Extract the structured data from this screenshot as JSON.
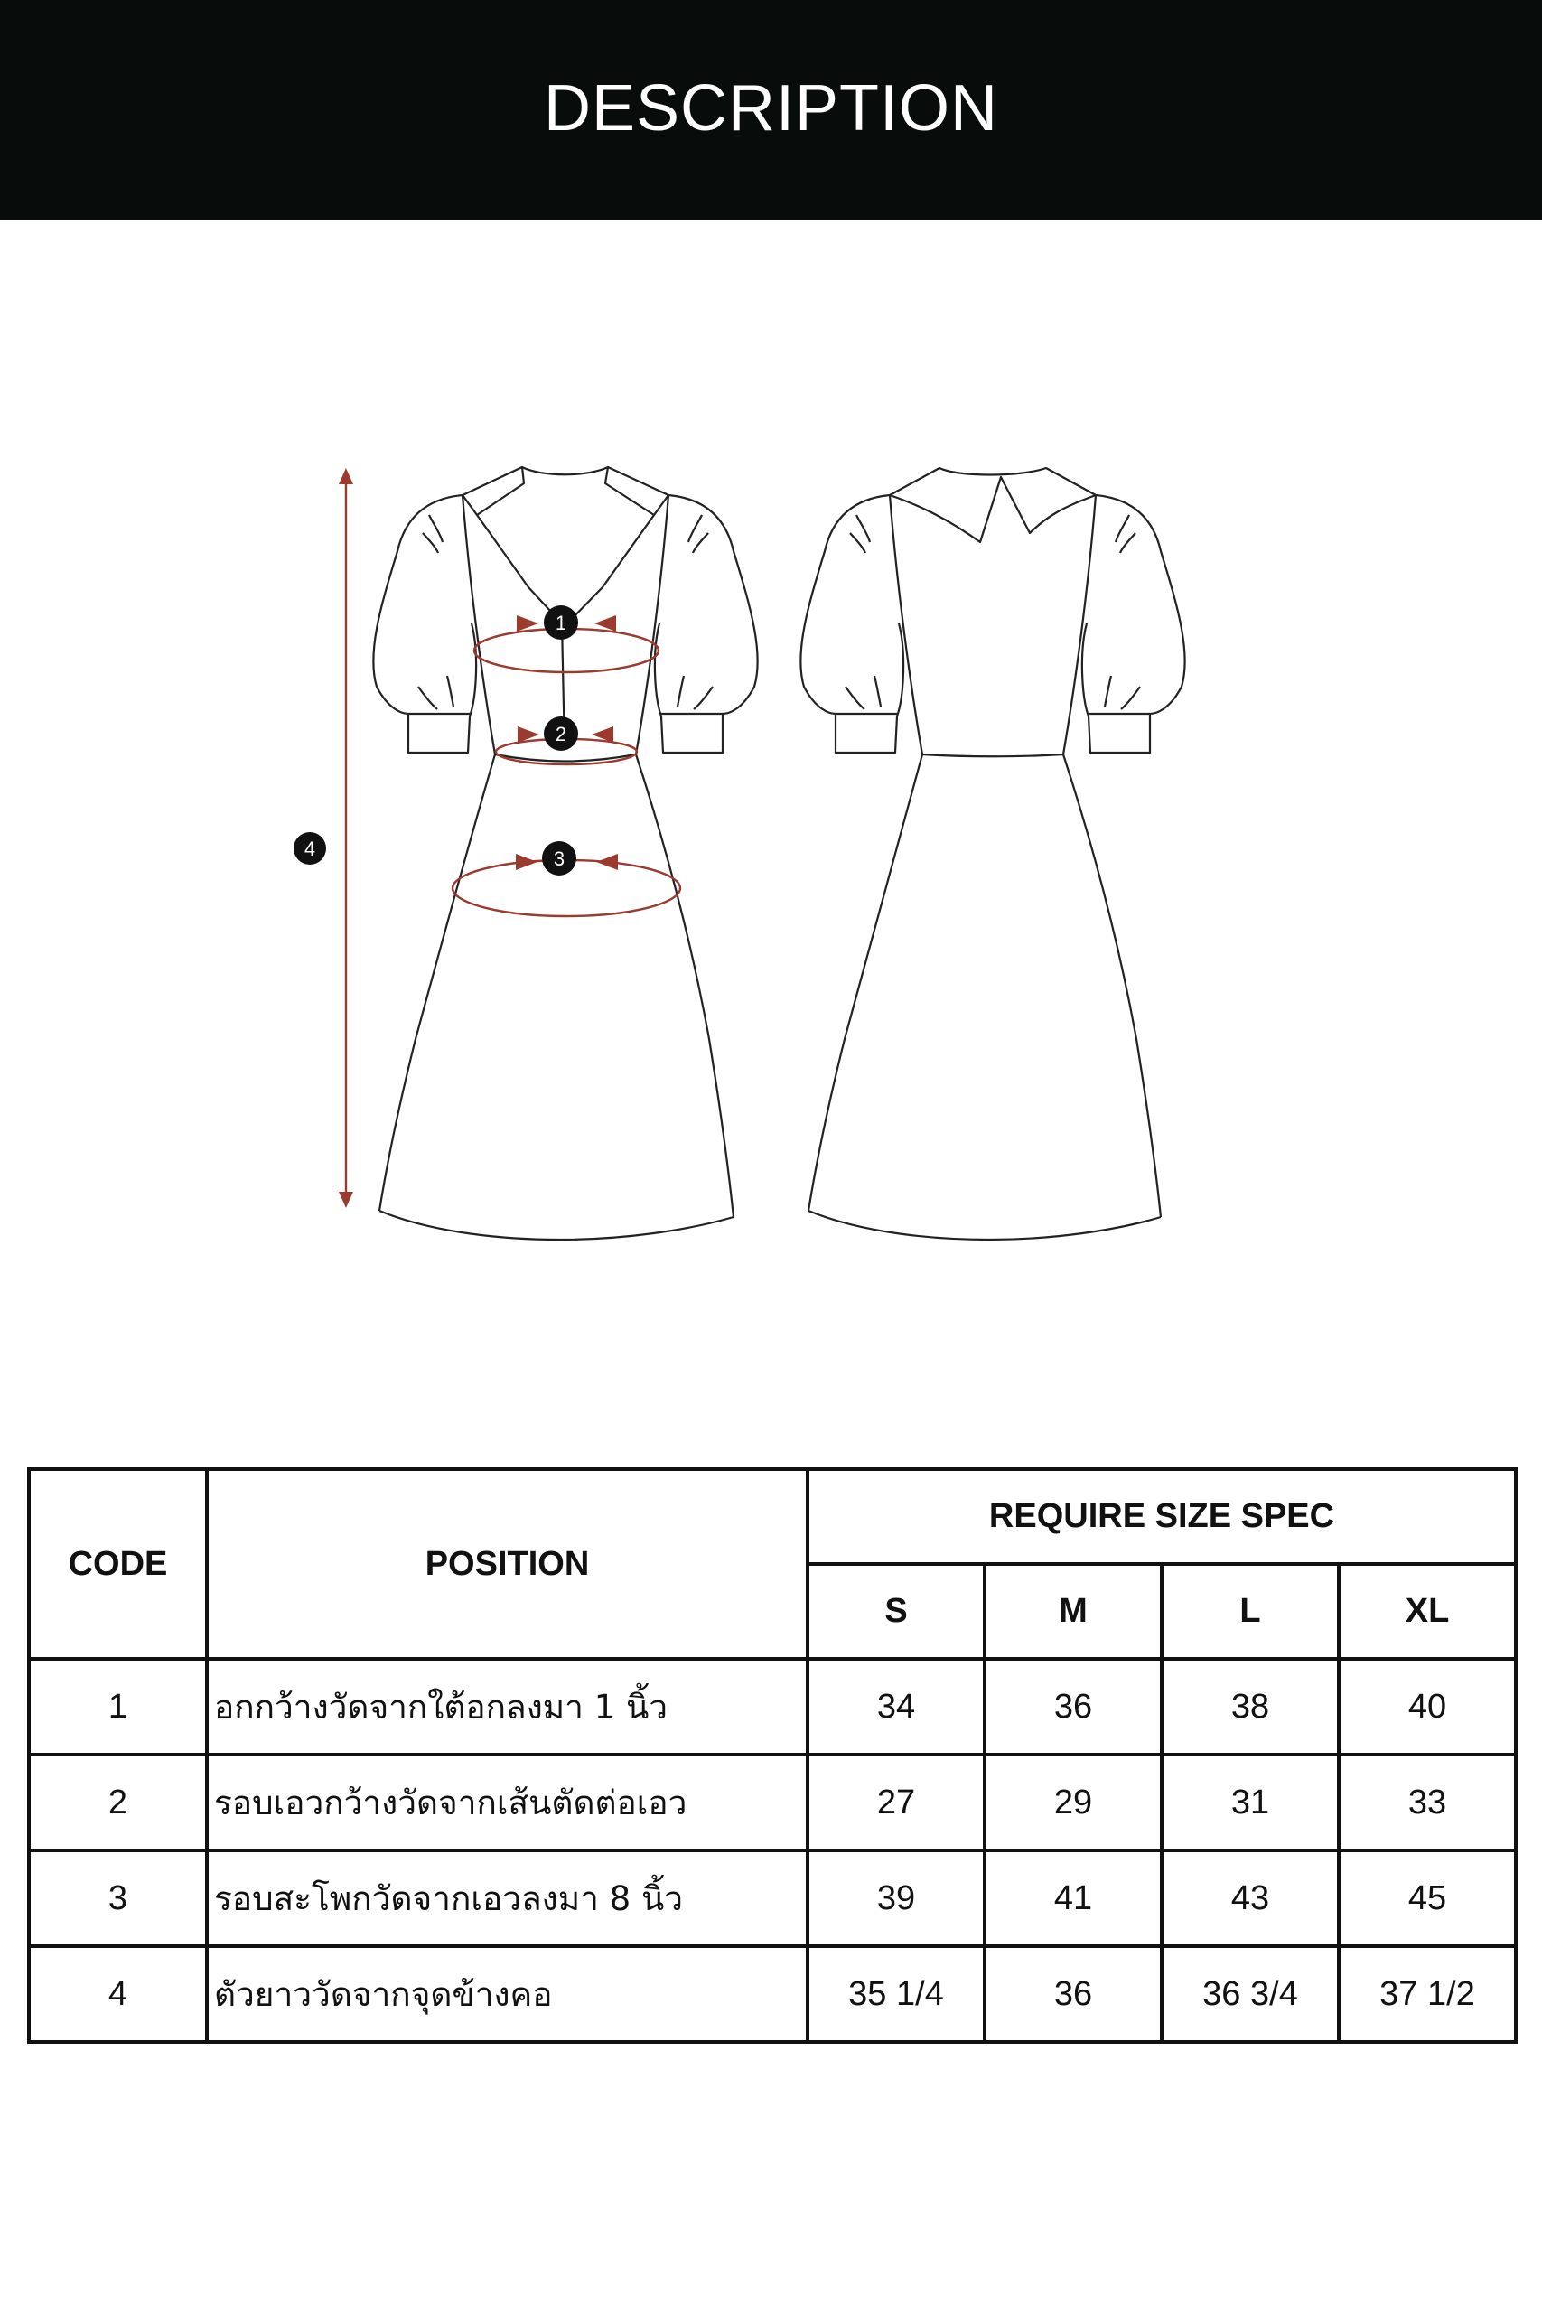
{
  "header": {
    "title": "DESCRIPTION"
  },
  "markers": [
    "1",
    "2",
    "3",
    "4"
  ],
  "colors": {
    "header_bg": "#080d0c",
    "measure": "#9b3a2e",
    "line": "#222222"
  },
  "table": {
    "code_header": "CODE",
    "position_header": "POSITION",
    "spec_header": "REQUIRE SIZE SPEC",
    "sizes": [
      "S",
      "M",
      "L",
      "XL"
    ],
    "rows": [
      {
        "code": "1",
        "position": "อกกว้างวัดจากใต้อกลงมา 1 นิ้ว",
        "values": [
          "34",
          "36",
          "38",
          "40"
        ]
      },
      {
        "code": "2",
        "position": "รอบเอวกว้างวัดจากเส้นตัดต่อเอว",
        "values": [
          "27",
          "29",
          "31",
          "33"
        ]
      },
      {
        "code": "3",
        "position": "รอบสะโพกวัดจากเอวลงมา 8 นิ้ว",
        "values": [
          "39",
          "41",
          "43",
          "45"
        ]
      },
      {
        "code": "4",
        "position": "ตัวยาววัดจากจุดข้างคอ",
        "values": [
          "35 1/4",
          "36",
          "36 3/4",
          "37 1/2"
        ]
      }
    ]
  }
}
